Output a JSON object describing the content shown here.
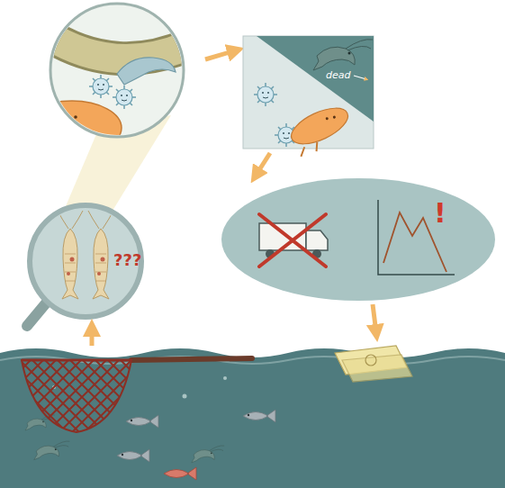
{
  "diagram": {
    "labels": [
      "???",
      "dead",
      "!"
    ]
  }
}
